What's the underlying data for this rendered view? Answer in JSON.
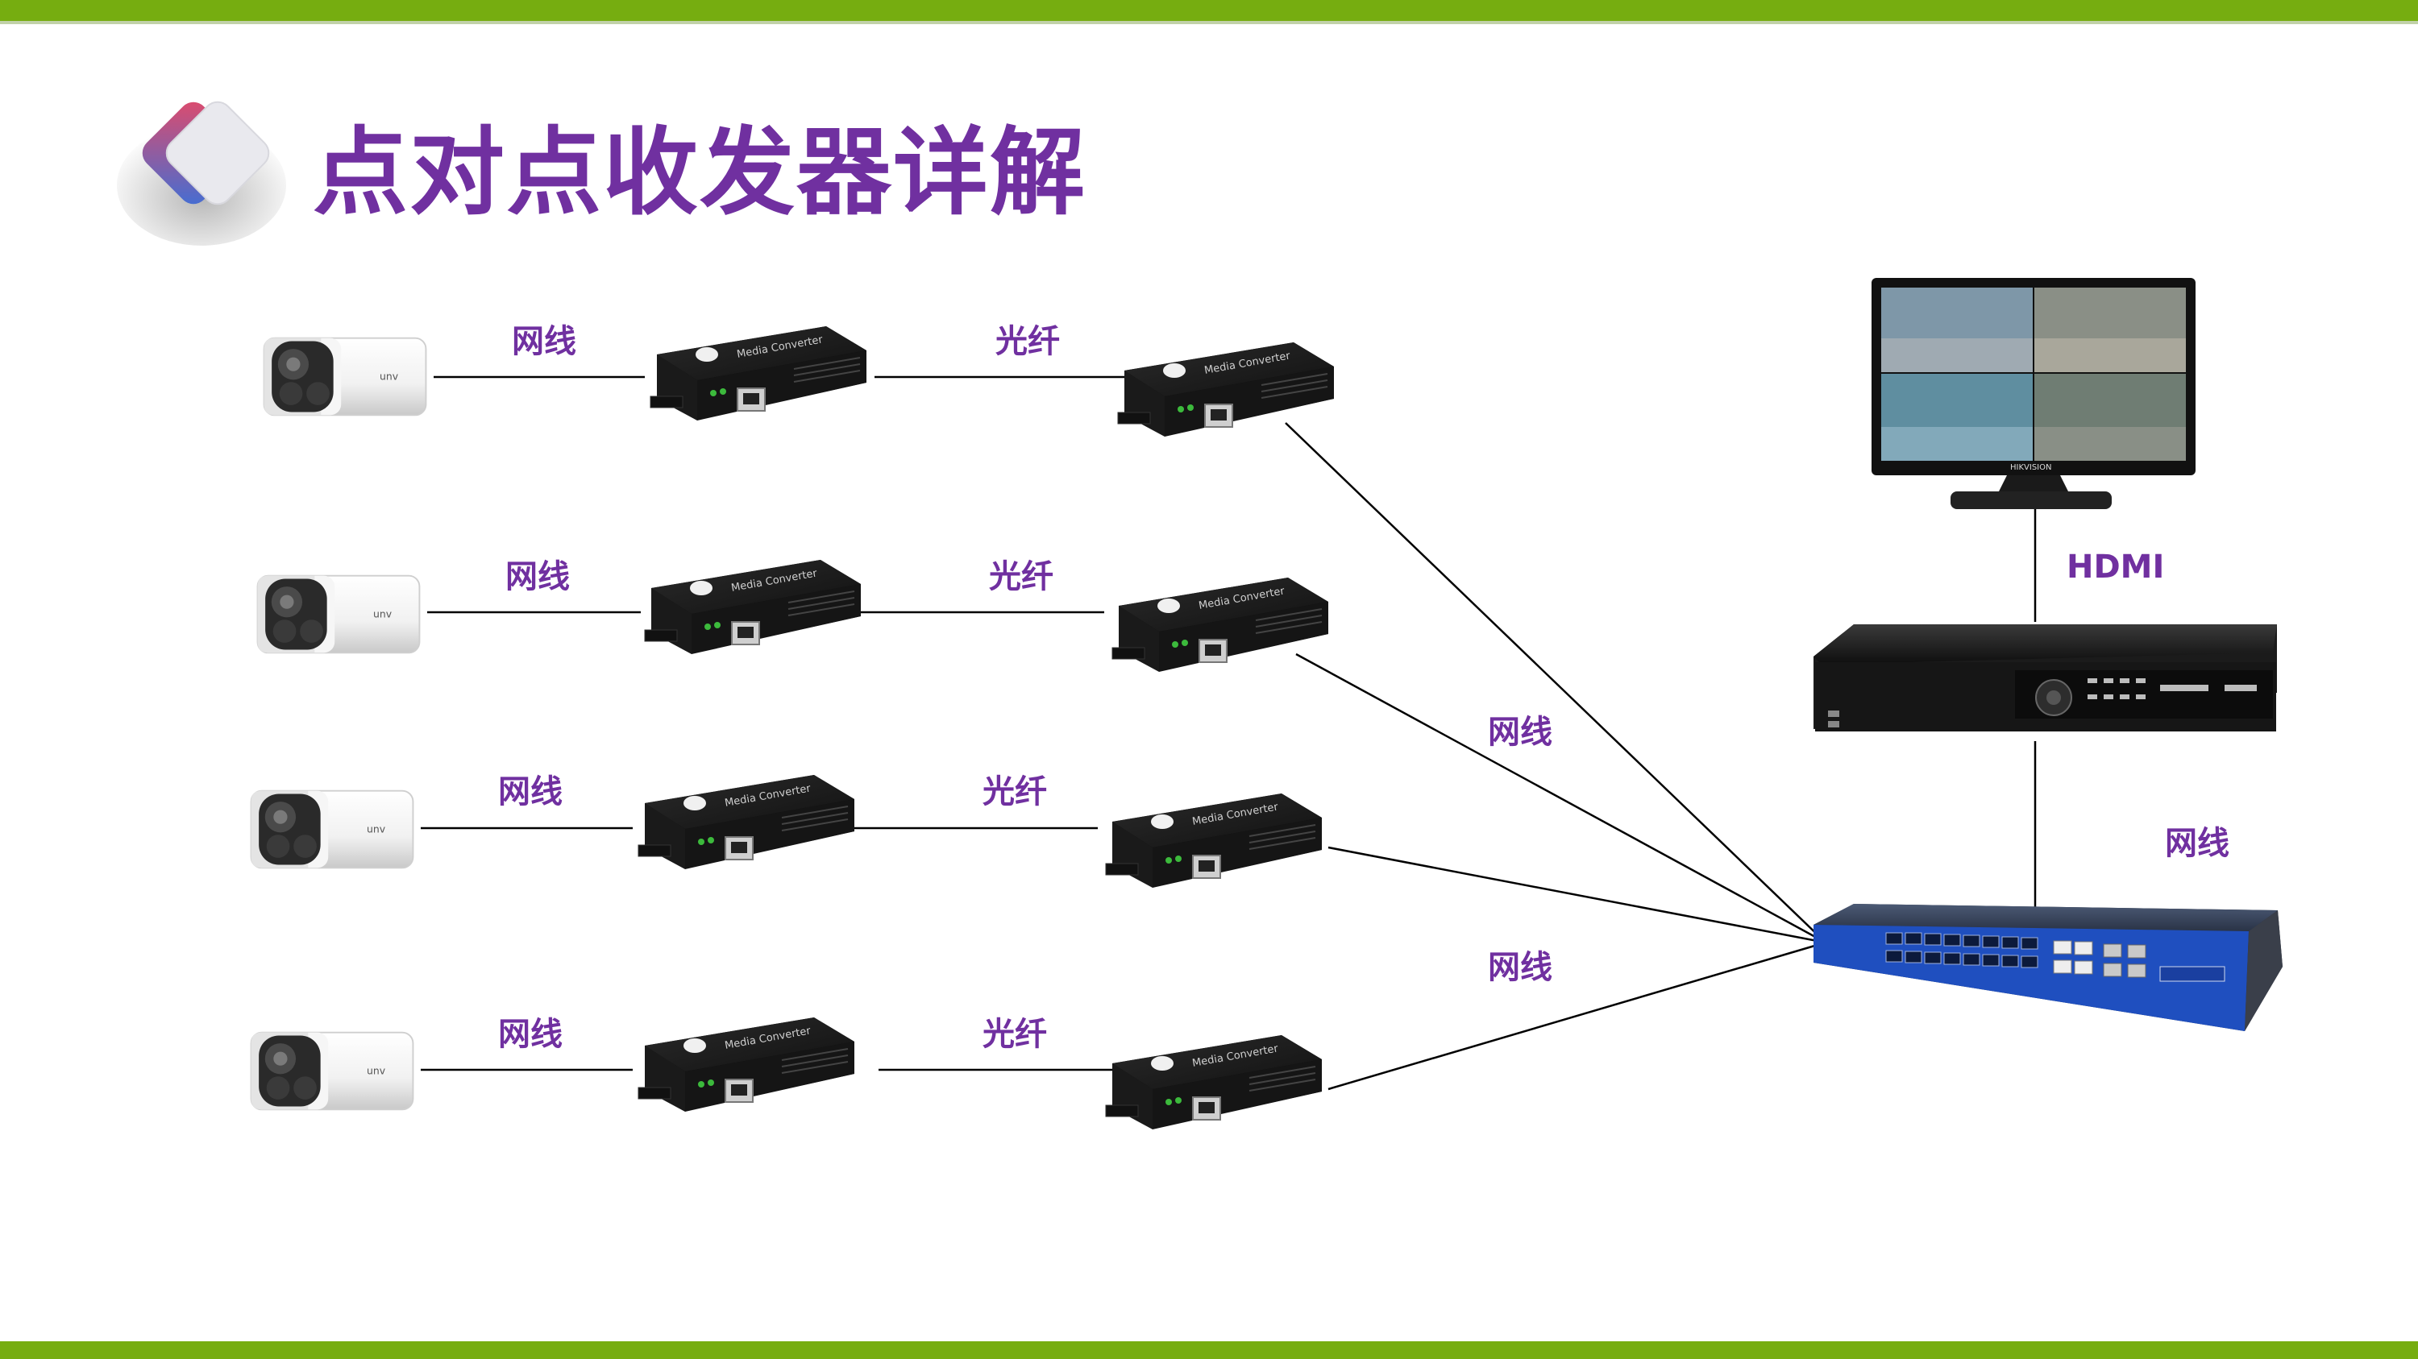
{
  "page": {
    "title": "点对点收发器详解"
  },
  "colors": {
    "accent_green": "#76ad10",
    "title_purple": "#7030a0",
    "line": "#000000"
  },
  "labels": {
    "cable": "网线",
    "fiber": "光纤",
    "hdmi": "HDMI"
  },
  "devices": {
    "camera_brand": "unv",
    "converter_text": "Media Converter",
    "monitor_brand": "HIKVISION"
  },
  "rows": [
    {
      "cable_label": "网线",
      "fiber_label": "光纤"
    },
    {
      "cable_label": "网线",
      "fiber_label": "光纤"
    },
    {
      "cable_label": "网线",
      "fiber_label": "光纤"
    },
    {
      "cable_label": "网线",
      "fiber_label": "光纤"
    }
  ],
  "switch_links": {
    "upper_label": "网线",
    "lower_label": "网线"
  },
  "nvr_switch_label": "网线"
}
